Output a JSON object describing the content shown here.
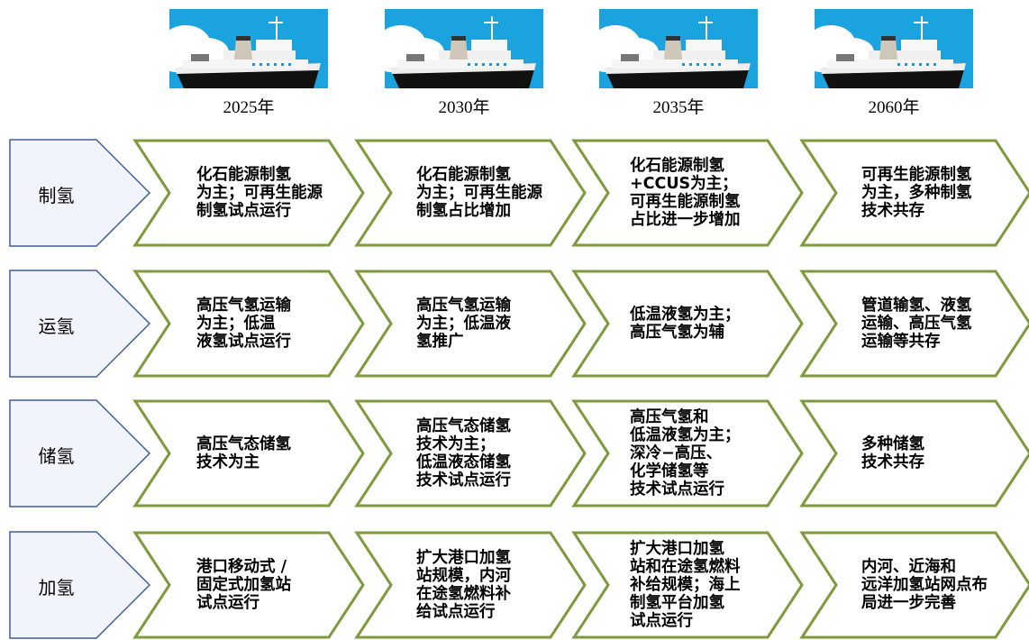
{
  "years": [
    "2025年",
    "2030年",
    "2035年",
    "2060年"
  ],
  "rows": [
    {
      "label": "制氢",
      "cells": [
        [
          "化石能源制氢",
          "为主；可再生能源",
          "制氢试点运行"
        ],
        [
          "化石能源制氢",
          "为主；可再生能源",
          "制氢占比增加"
        ],
        [
          "化石能源制氢",
          "+CCUS为主；",
          "可再生能源制氢",
          "占比进一步增加"
        ],
        [
          "可再生能源制氢",
          "为主，多种制氢",
          "技术共存"
        ]
      ]
    },
    {
      "label": "运氢",
      "cells": [
        [
          "高压气氢运输",
          "为主；低温",
          "液氢试点运行"
        ],
        [
          "高压气氢运输",
          "为主；低温液",
          "氢推广"
        ],
        [
          "低温液氢为主；",
          "高压气氢为辅"
        ],
        [
          "管道输氢、液氢",
          "运输、高压气氢",
          "运输等共存"
        ]
      ]
    },
    {
      "label": "储氢",
      "cells": [
        [
          "高压气态储氢",
          "技术为主"
        ],
        [
          "高压气态储氢",
          "技术为主；",
          "低温液态储氢",
          "技术试点运行"
        ],
        [
          "高压气氢和",
          "低温液氢为主；",
          "深冷−高压、",
          "化学储氢等",
          "技术试点运行"
        ],
        [
          "多种储氢",
          "技术共存"
        ]
      ]
    },
    {
      "label": "加氢",
      "cells": [
        [
          "港口移动式 /",
          "固定式加氢站",
          "试点运行"
        ],
        [
          "扩大港口加氢",
          "站规模，内河",
          "在途氢燃料补",
          "给试点运行"
        ],
        [
          "扩大港口加氢",
          "站和在途氢燃料",
          "补给规模；海上",
          "制氢平台加氢",
          "试点运行"
        ],
        [
          "内河、近海和",
          "远洋加氢站网点布",
          "局进一步完善"
        ]
      ]
    }
  ],
  "colors": {
    "chevron_stroke": "#7e9a3c",
    "pentagon_fill": "#f1f5fb",
    "pentagon_stroke": "#3e5f9b",
    "sky": "#1aa3df"
  },
  "icons": [
    "ship-illustration"
  ]
}
